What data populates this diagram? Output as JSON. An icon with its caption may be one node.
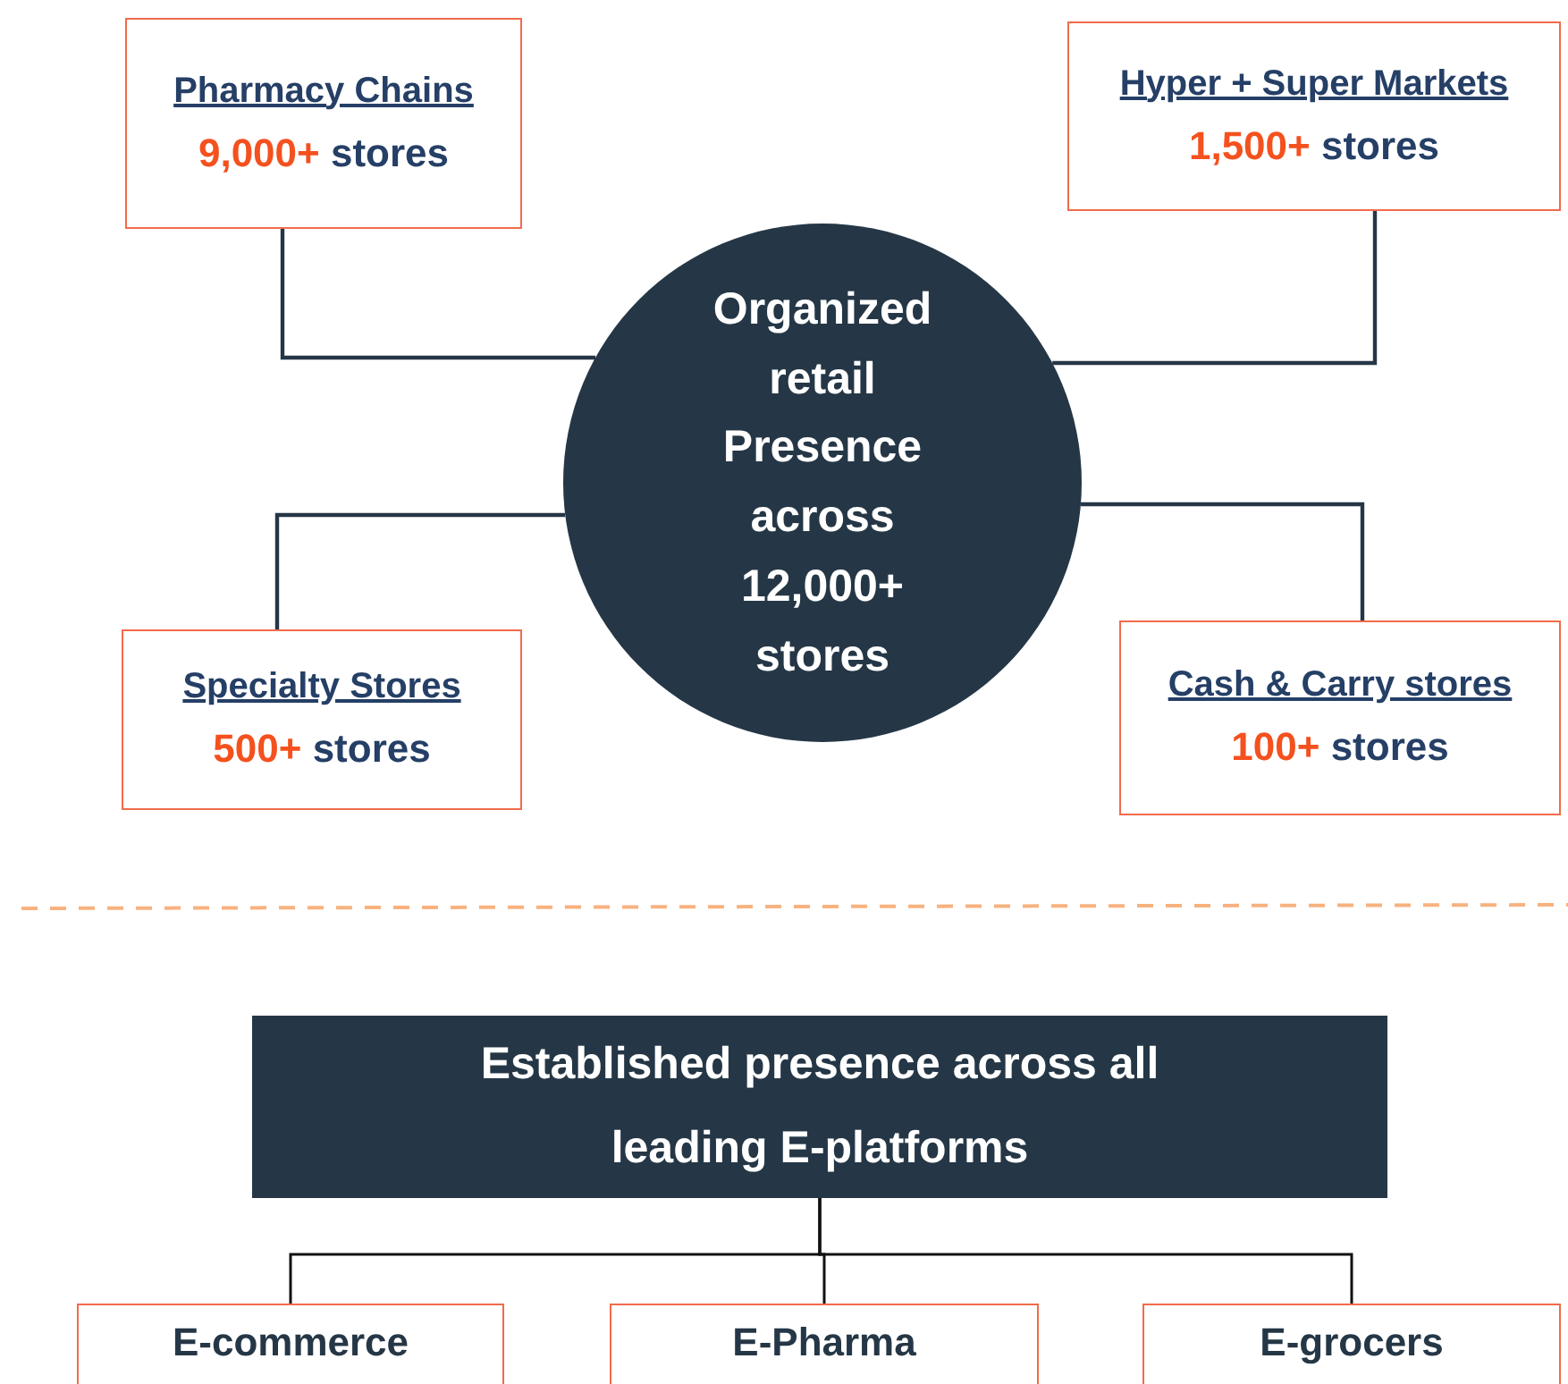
{
  "diagram": {
    "nodes": [
      {
        "text": [
          "Organized retail Presence across 12,000+ stores"
        ]
      },
      {
        "text": [
          "Pharmacy Chains",
          "9,000+ stores"
        ]
      },
      {
        "text": [
          "Hyper + Super Markets",
          "1,500+ stores"
        ]
      },
      {
        "text": [
          "Specialty Stores",
          "500+ stores"
        ]
      },
      {
        "text": [
          "Cash & Carry stores",
          "100+ stores"
        ]
      },
      {
        "text": [
          "Established presence across all leading E-platforms"
        ]
      },
      {
        "text": [
          "E-commerce"
        ]
      },
      {
        "text": [
          "E-Pharma"
        ]
      },
      {
        "text": [
          "E-grocers"
        ]
      }
    ],
    "edges": [
      {
        "from": 0,
        "to": 1,
        "arrow": "none"
      },
      {
        "from": 0,
        "to": 2,
        "arrow": "none"
      },
      {
        "from": 0,
        "to": 3,
        "arrow": "none"
      },
      {
        "from": 0,
        "to": 4,
        "arrow": "none"
      },
      {
        "from": 5,
        "to": 6,
        "arrow": "none"
      },
      {
        "from": 5,
        "to": 7,
        "arrow": "none"
      },
      {
        "from": 5,
        "to": 8,
        "arrow": "none"
      }
    ]
  }
}
